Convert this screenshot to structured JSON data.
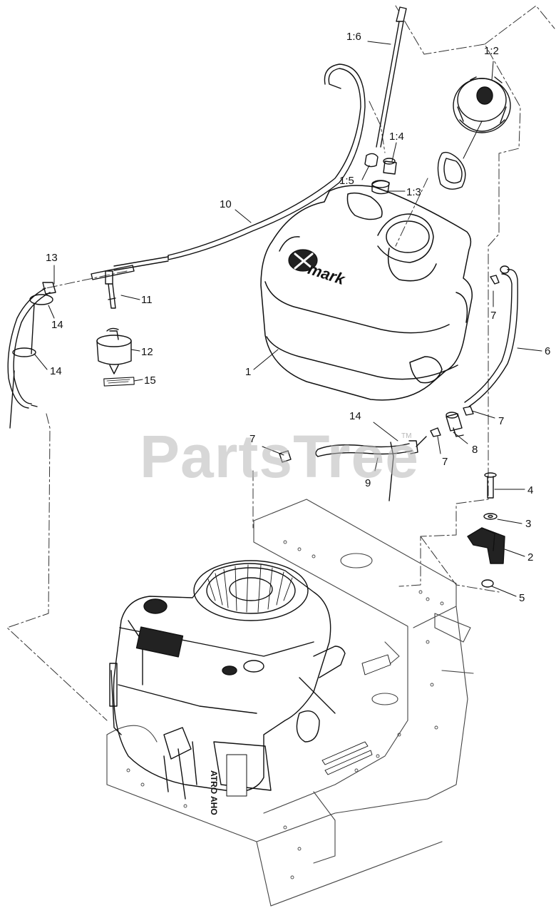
{
  "watermark": {
    "text": "PartsTree",
    "tm": "TM"
  },
  "brand": {
    "tank_logo": "mark"
  },
  "decals": {
    "engine_model": "ATRO AHO"
  },
  "callouts": {
    "c1_6": "1:6",
    "c1_2": "1:2",
    "c1_4": "1:4",
    "c1_5": "1:5",
    "c1_3": "1:3",
    "c10": "10",
    "c13": "13",
    "c11": "11",
    "c14a": "14",
    "c12": "12",
    "c14b": "14",
    "c15": "15",
    "c1": "1",
    "c7a": "7",
    "c6": "6",
    "c7b": "7",
    "c14c": "14",
    "c7c": "7",
    "c8": "8",
    "c7d": "7",
    "c9": "9",
    "c4": "4",
    "c3": "3",
    "c2": "2",
    "c5": "5"
  },
  "colors": {
    "line": "#111111",
    "ghost": "#555555",
    "watermark": "#b8b8b8"
  }
}
